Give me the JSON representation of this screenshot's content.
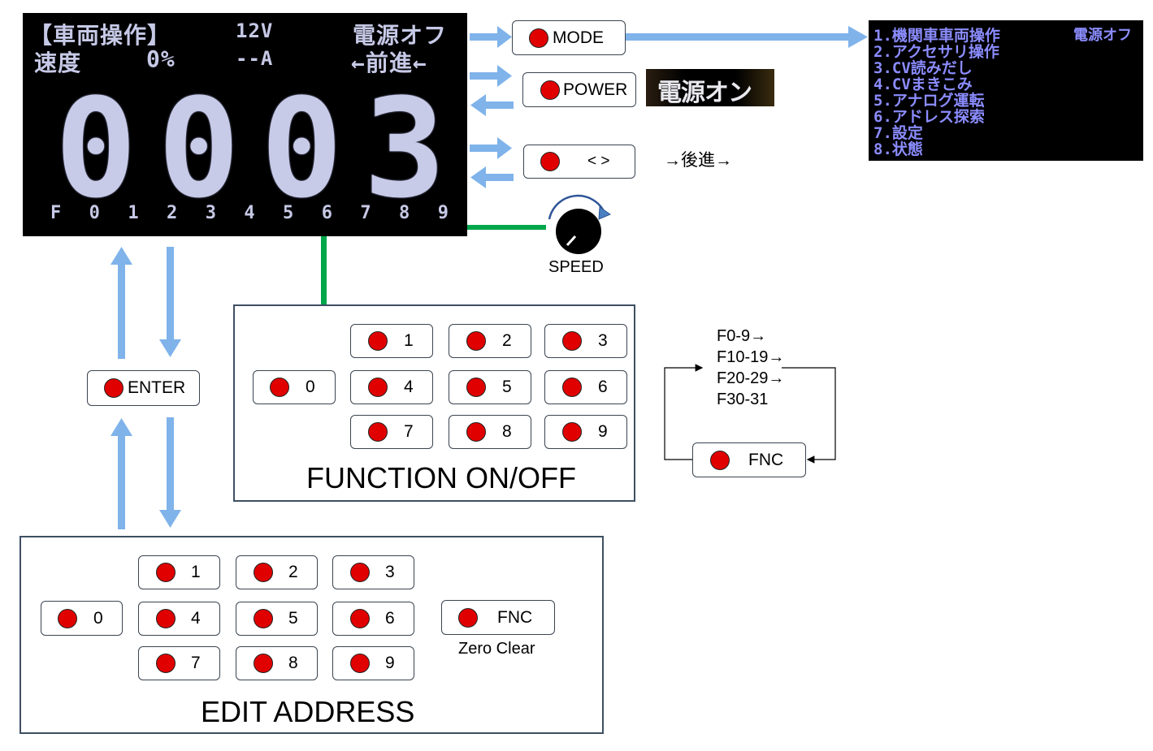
{
  "lcd": {
    "header_left_1": "【車両操作】",
    "voltage": "12V",
    "power_status": "電源オフ",
    "speed_label": "速度",
    "speed_value": "0%",
    "current": "--A",
    "direction": "←前進←",
    "address_digits": [
      "0",
      "0",
      "0",
      "3"
    ],
    "function_labels": [
      "F",
      "0",
      "1",
      "2",
      "3",
      "4",
      "5",
      "6",
      "7",
      "8",
      "9"
    ]
  },
  "buttons": {
    "mode": "MODE",
    "power": "POWER",
    "direction": "< >",
    "enter": "ENTER",
    "fnc": "FNC"
  },
  "power_lcd_text": "電源オン",
  "direction_note": "→後進→",
  "speed_knob_label": "SPEED",
  "mode_menu": {
    "status": "電源オフ",
    "items": [
      "1.機関車車両操作",
      "2.アクセサリ操作",
      "3.CV読みだし",
      "4.CVまきこみ",
      "5.アナログ運転",
      "6.アドレス探索",
      "7.設定",
      "8.状態"
    ]
  },
  "function_panel": {
    "title": "FUNCTION ON/OFF",
    "keys": [
      "0",
      "1",
      "2",
      "3",
      "4",
      "5",
      "6",
      "7",
      "8",
      "9"
    ]
  },
  "fnc_cycle": {
    "ranges": [
      "F0-9→",
      "F10-19→",
      "F20-29→",
      "F30-31"
    ],
    "button": "FNC"
  },
  "address_panel": {
    "title": "EDIT ADDRESS",
    "keys": [
      "0",
      "1",
      "2",
      "3",
      "4",
      "5",
      "6",
      "7",
      "8",
      "9"
    ],
    "fnc_button": "FNC",
    "fnc_caption": "Zero Clear"
  },
  "colors": {
    "arrow": "#7fb3ea",
    "link": "#00a64a",
    "button_dot": "#e00000",
    "panel_border": "#3e4f62",
    "menu_text": "#8b8cff"
  }
}
